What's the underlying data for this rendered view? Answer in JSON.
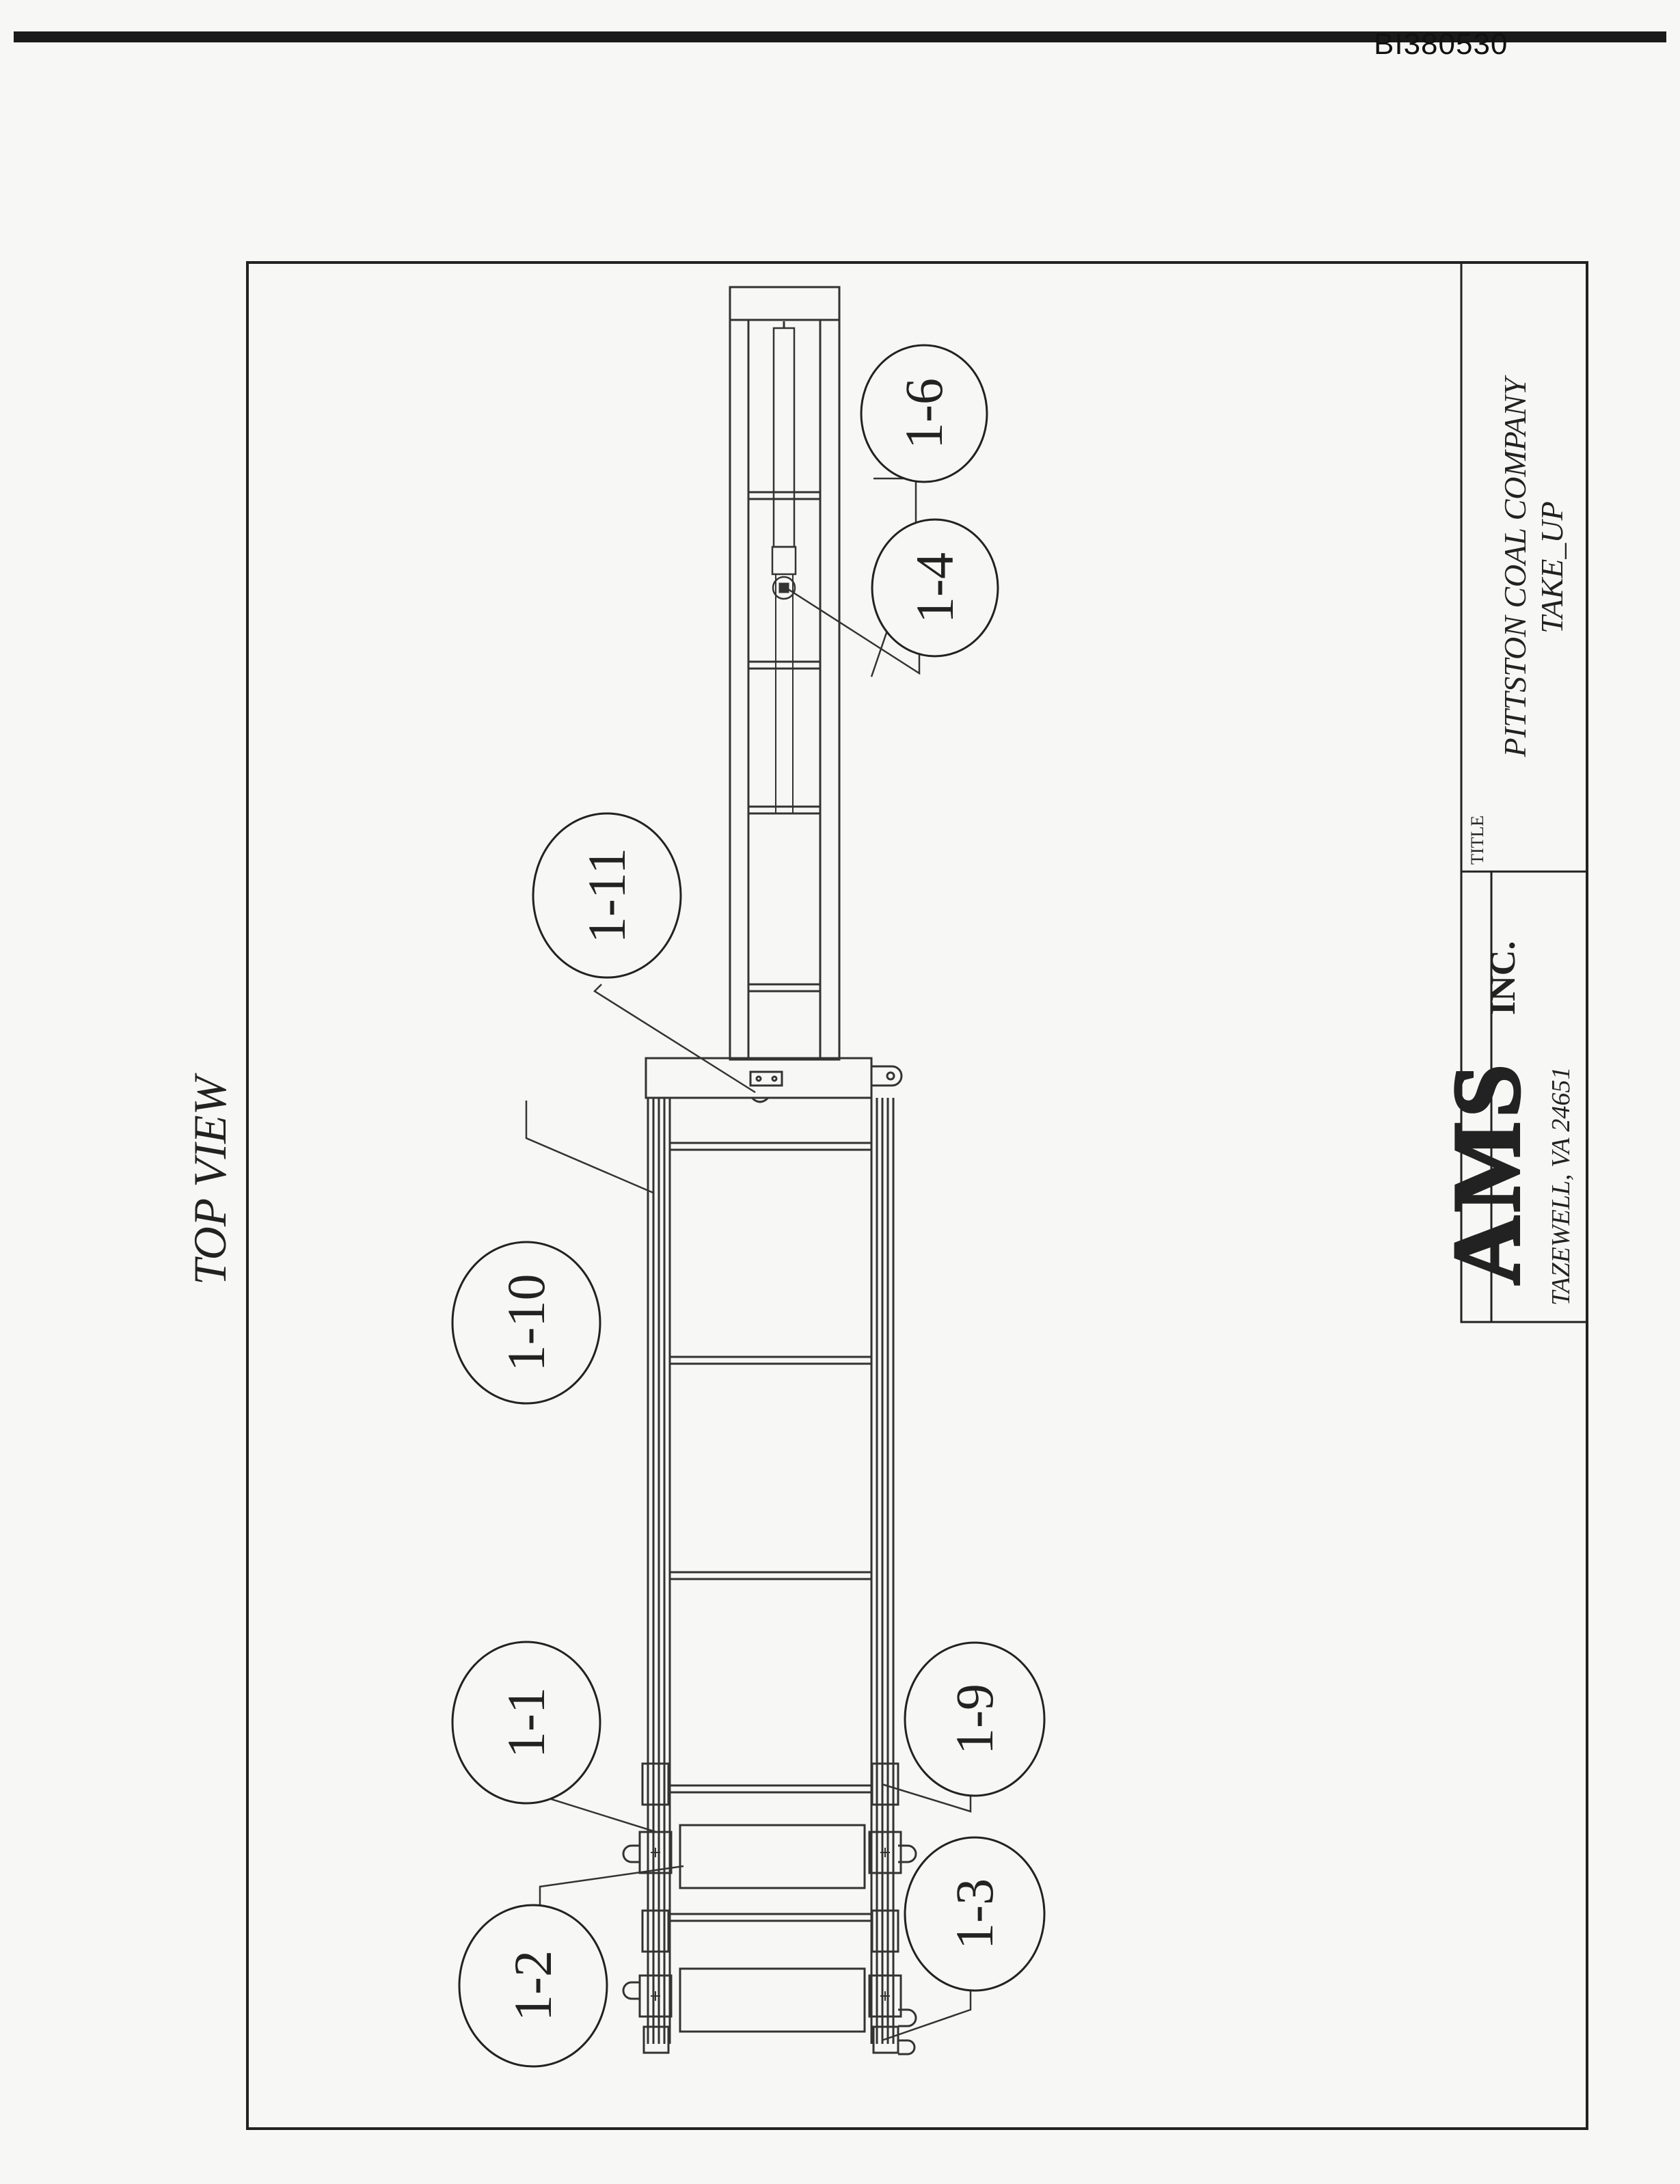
{
  "document_id": "BI380530",
  "view_label": "TOP VIEW",
  "callouts": [
    "1-1",
    "1-2",
    "1-3",
    "1-4",
    "1-6",
    "1-9",
    "1-10",
    "1-11"
  ],
  "title_block": {
    "title_caption": "TITLE",
    "company_line": "PITTSTON COAL COMPANY",
    "drawing_name": "TAKE_UP",
    "logo_text": "AMS",
    "logo_suffix": "INC.",
    "address": "TAZEWELL, VA 24651"
  }
}
